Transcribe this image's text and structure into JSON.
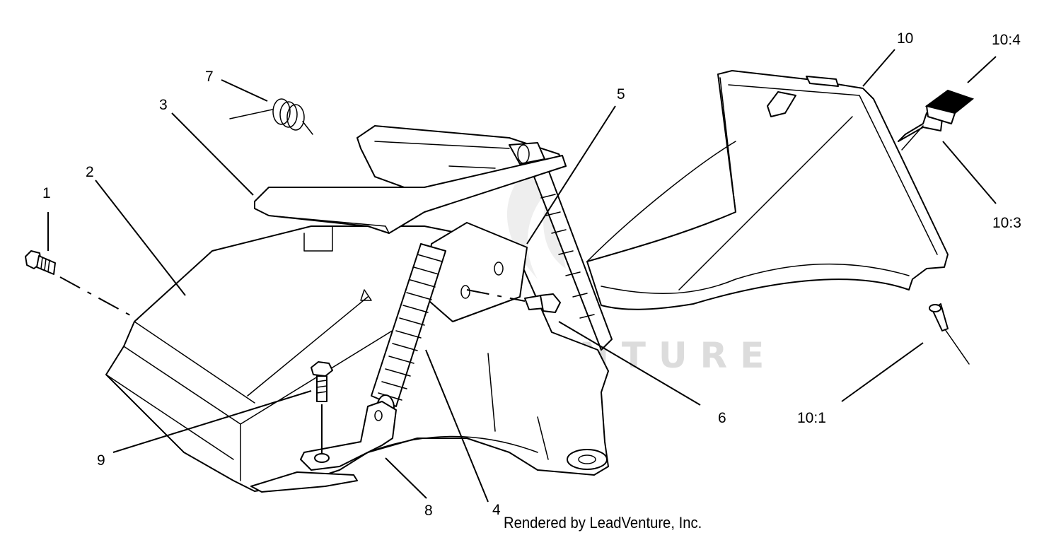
{
  "watermark": "LEADVENTURE",
  "credit": "Rendered by LeadVenture, Inc.",
  "callouts": {
    "c1": "1",
    "c2": "2",
    "c3": "3",
    "c4": "4",
    "c5": "5",
    "c6": "6",
    "c7": "7",
    "c8": "8",
    "c9": "9",
    "c10": "10",
    "c10_1": "10:1",
    "c10_3": "10:3",
    "c10_4": "10:4"
  }
}
